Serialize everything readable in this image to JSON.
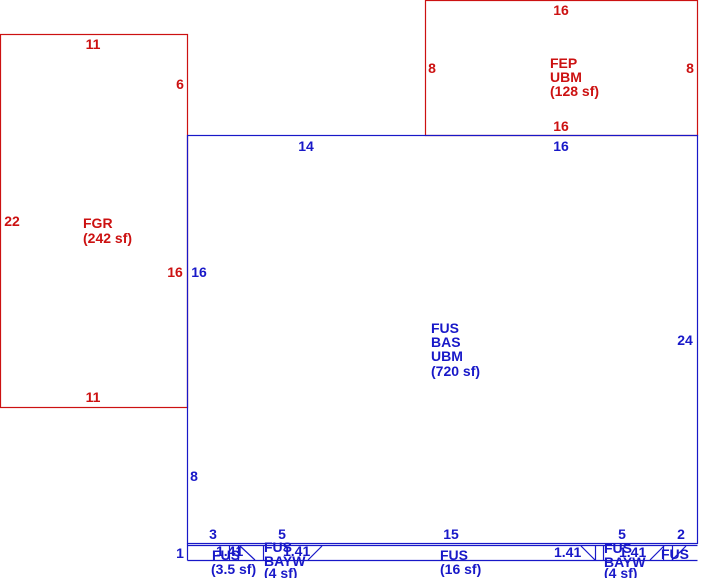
{
  "colors": {
    "red": "#cc1111",
    "blue": "#1818c8"
  },
  "areas": {
    "fep": {
      "code": "FEP",
      "type": "UBM",
      "size": "(128 sf)"
    },
    "fgr": {
      "code": "FGR",
      "size": "(242 sf)"
    },
    "main": {
      "code": "FUS",
      "type": "BAS",
      "sub": "UBM",
      "size": "(720 sf)"
    },
    "strip_left": {
      "code": "FUS",
      "size": "(3.5 sf)"
    },
    "strip_bay1": {
      "code": "FUS",
      "type": "BAYW",
      "size": "(4 sf)"
    },
    "strip_mid": {
      "code": "FUS",
      "size": "(16 sf)"
    },
    "strip_bay2": {
      "code": "FUS",
      "type": "BAYW",
      "size": "(4 sf)"
    },
    "strip_right": {
      "code": "FUS"
    }
  },
  "dims": {
    "fep_top": "16",
    "fep_left": "8",
    "fep_right": "8",
    "fep_bottom": "16",
    "fgr_top": "11",
    "fgr_right_upper": "6",
    "fgr_left": "22",
    "fgr_right": "16",
    "fgr_bottom": "11",
    "main_top_left": "14",
    "main_top_right": "16",
    "main_left_upper": "16",
    "main_right": "24",
    "main_left_lower": "8",
    "strip_3": "3",
    "strip_5a": "5",
    "strip_15": "15",
    "strip_5b": "5",
    "strip_2": "2",
    "strip_1": "1",
    "diag_a": "1.41",
    "diag_b": "1.41",
    "diag_c": "1.41",
    "diag_d": "1.41"
  }
}
